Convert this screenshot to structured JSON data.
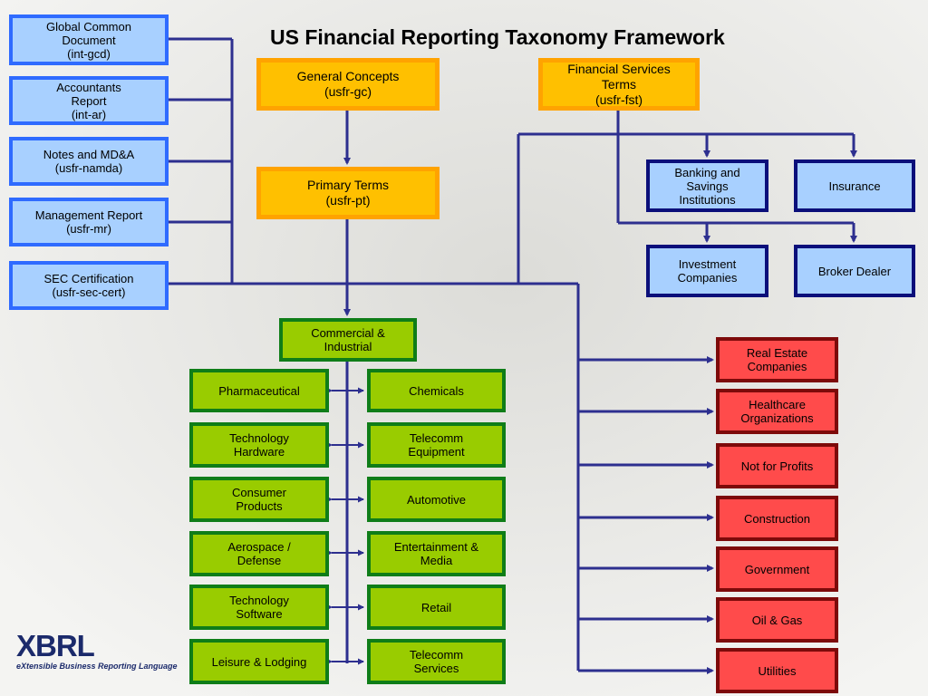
{
  "title": "US Financial Reporting Taxonomy Framework",
  "logo": {
    "mark": "XBRL",
    "tagline": "eXtensible Business Reporting Language"
  },
  "left_docs": [
    "Global Common\nDocument\n(int-gcd)",
    "Accountants\nReport\n(int-ar)",
    "Notes and MD&A\n(usfr-namda)",
    "Management Report\n(usfr-mr)",
    "SEC Certification\n(usfr-sec-cert)"
  ],
  "general_concepts": "General Concepts\n(usfr-gc)",
  "primary_terms": "Primary Terms\n(usfr-pt)",
  "financial_services": "Financial Services\nTerms\n(usfr-fst)",
  "fs_children": [
    "Banking and\nSavings\nInstitutions",
    "Insurance",
    "Investment\nCompanies",
    "Broker Dealer"
  ],
  "commercial": "Commercial &\nIndustrial",
  "ci_left": [
    "Pharmaceutical",
    "Technology\nHardware",
    "Consumer\nProducts",
    "Aerospace /\nDefense",
    "Technology\nSoftware",
    "Leisure & Lodging"
  ],
  "ci_right": [
    "Chemicals",
    "Telecomm\nEquipment",
    "Automotive",
    "Entertainment &\nMedia",
    "Retail",
    "Telecomm\nServices"
  ],
  "other": [
    "Real Estate\nCompanies",
    "Healthcare\nOrganizations",
    "Not for Profits",
    "Construction",
    "Government",
    "Oil & Gas",
    "Utilities"
  ],
  "colors": {
    "line": "#2d2f8f",
    "blue_box": "#a8d0ff",
    "orange_box": "#ffc000",
    "green_box": "#99cc00",
    "red_box": "#ff4b4b"
  }
}
